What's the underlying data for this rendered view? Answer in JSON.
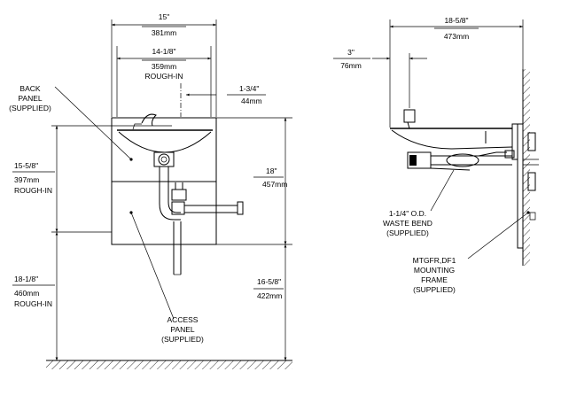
{
  "front_view": {
    "width_in": "15\"",
    "width_mm": "381mm",
    "roughin_width_in": "14-1/8\"",
    "roughin_width_mm": "359mm",
    "roughin_width_label": "ROUGH-IN",
    "offset_in": "1-3/4\"",
    "offset_mm": "44mm",
    "back_panel": [
      "BACK",
      "PANEL",
      "(SUPPLIED)"
    ],
    "panel_height_in": "18\"",
    "panel_height_mm": "457mm",
    "supply_roughin_in": "15-5/8\"",
    "supply_roughin_mm": "397mm",
    "supply_roughin_label": "ROUGH-IN",
    "floor_roughin_in": "18-1/8\"",
    "floor_roughin_mm": "460mm",
    "floor_roughin_label": "ROUGH-IN",
    "bottom_height_in": "16-5/8\"",
    "bottom_height_mm": "422mm",
    "access_panel": [
      "ACCESS",
      "PANEL",
      "(SUPPLIED)"
    ]
  },
  "side_view": {
    "depth_in": "18-5/8\"",
    "depth_mm": "473mm",
    "nozzle_in": "3\"",
    "nozzle_mm": "76mm",
    "waste_bend": [
      "1-1/4\" O.D.",
      "WASTE BEND",
      "(SUPPLIED)"
    ],
    "frame": [
      "MTGFR,DF1",
      "MOUNTING",
      "FRAME",
      "(SUPPLIED)"
    ]
  }
}
